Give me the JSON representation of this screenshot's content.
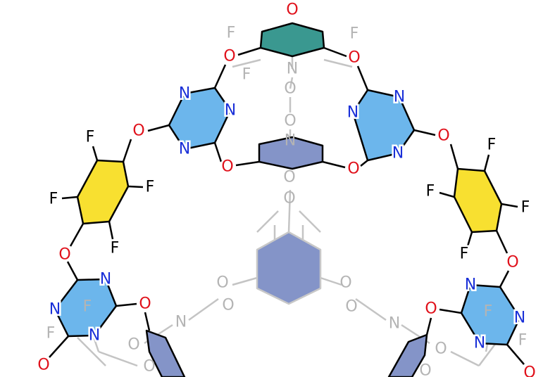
{
  "palette": {
    "oxygen": "#e0101a",
    "nitrogen": "#1a30d8",
    "fluorine": "#000000",
    "background_atom": "#b4b4b4",
    "triazine_fill": "#6cb6ec",
    "fluoroarene_fill": "#f8e030",
    "teal_ring_fill": "#3a9890",
    "aryl_ring_fill": "#8494c8"
  },
  "atoms": [
    "O",
    "F",
    "F",
    "O",
    "O",
    "N",
    "F",
    "O",
    "O",
    "N",
    "N",
    "N",
    "N",
    "O",
    "O",
    "N",
    "N",
    "N",
    "O",
    "O",
    "F",
    "F",
    "F",
    "F",
    "O",
    "F",
    "F",
    "F",
    "F",
    "O",
    "O",
    "O",
    "O",
    "O",
    "O",
    "O",
    "N",
    "N",
    "N",
    "N",
    "N",
    "O",
    "O",
    "F",
    "F",
    "O",
    "O",
    "N",
    "N",
    "N",
    "O",
    "O",
    "F",
    "F",
    "O",
    "O"
  ]
}
